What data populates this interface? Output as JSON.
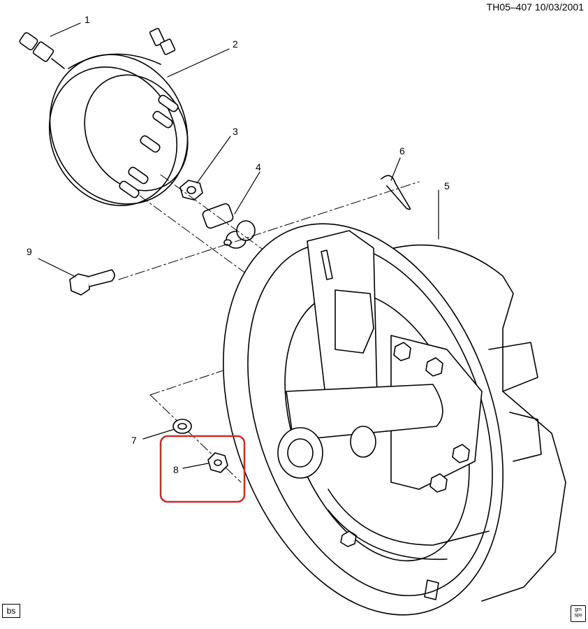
{
  "header": {
    "doc_id": "TH05–407  10/03/2001"
  },
  "callouts": [
    {
      "num": "1"
    },
    {
      "num": "2"
    },
    {
      "num": "3"
    },
    {
      "num": "4"
    },
    {
      "num": "5"
    },
    {
      "num": "6"
    },
    {
      "num": "7"
    },
    {
      "num": "8"
    },
    {
      "num": "9"
    }
  ],
  "highlight": {
    "target_callout": "8",
    "color": "#cc2b2b"
  },
  "footer": {
    "left_tag": "bs",
    "badge_line1": "gm",
    "badge_line2": "spo"
  }
}
